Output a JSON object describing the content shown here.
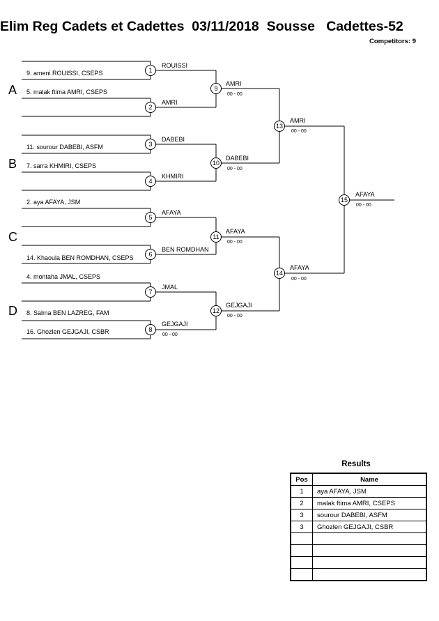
{
  "header": {
    "title": "Elim Reg Cadets et Cadettes  03/11/2018  Sousse   Cadettes-52",
    "competitors": "Competitors: 9"
  },
  "pools": [
    "A",
    "B",
    "C",
    "D"
  ],
  "entries": [
    "9. ameni ROUISSI, CSEPS",
    "5. malak ftima AMRI, CSEPS",
    "11. sourour DABEBI, ASFM",
    "7. sarra KHMIRI, CSEPS",
    "2. aya AFAYA, JSM",
    "14. Khaoula BEN ROMDHAN, CSEPS",
    "4. montaha JMAL, CSEPS",
    "8. Salma BEN LAZREG, FAM",
    "16. Ghozlen GEJGAJI, CSBR"
  ],
  "matches": [
    {
      "num": "1",
      "name": "ROUISSI",
      "score": ""
    },
    {
      "num": "2",
      "name": "AMRI",
      "score": ""
    },
    {
      "num": "3",
      "name": "DABEBI",
      "score": ""
    },
    {
      "num": "4",
      "name": "KHMIRI",
      "score": ""
    },
    {
      "num": "5",
      "name": "AFAYA",
      "score": ""
    },
    {
      "num": "6",
      "name": "BEN ROMDHAN",
      "score": ""
    },
    {
      "num": "7",
      "name": "JMAL",
      "score": ""
    },
    {
      "num": "8",
      "name": "GEJGAJI",
      "score": "00 - 00"
    },
    {
      "num": "9",
      "name": "AMRI",
      "score": "00 - 00"
    },
    {
      "num": "10",
      "name": "DABEBI",
      "score": "00 - 00"
    },
    {
      "num": "11",
      "name": "AFAYA",
      "score": "00 - 00"
    },
    {
      "num": "12",
      "name": "GEJGAJI",
      "score": "00 - 00"
    },
    {
      "num": "13",
      "name": "AMRI",
      "score": "00 - 00"
    },
    {
      "num": "14",
      "name": "AFAYA",
      "score": "00 - 00"
    },
    {
      "num": "15",
      "name": "AFAYA",
      "score": "00 - 00"
    }
  ],
  "results": {
    "title": "Results",
    "headers": {
      "pos": "Pos",
      "name": "Name"
    },
    "rows": [
      {
        "pos": "1",
        "name": "aya AFAYA, JSM"
      },
      {
        "pos": "2",
        "name": "malak ftima AMRI, CSEPS"
      },
      {
        "pos": "3",
        "name": "sourour DABEBI, ASFM"
      },
      {
        "pos": "3",
        "name": "Ghozlen GEJGAJI, CSBR"
      },
      {
        "pos": "",
        "name": ""
      },
      {
        "pos": "",
        "name": ""
      },
      {
        "pos": "",
        "name": ""
      },
      {
        "pos": "",
        "name": ""
      }
    ]
  }
}
